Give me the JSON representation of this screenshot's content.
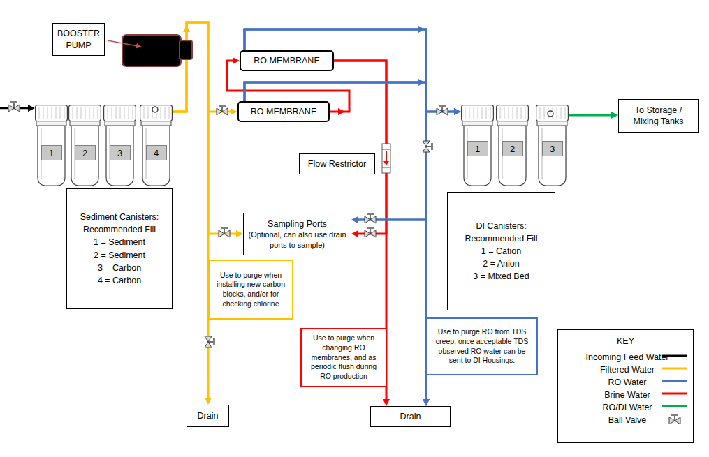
{
  "diagram": {
    "nodes": [
      {
        "text": [
          "BOOSTER PUMP"
        ]
      },
      {
        "text": [
          "RO MEMBRANE"
        ]
      },
      {
        "text": [
          "RO MEMBRANE"
        ]
      },
      {
        "text": [
          "To Storage / Mixing Tanks"
        ]
      },
      {
        "text": [
          "1"
        ]
      },
      {
        "text": [
          "2"
        ]
      },
      {
        "text": [
          "3"
        ]
      },
      {
        "text": [
          "4"
        ]
      },
      {
        "text": [
          "1"
        ]
      },
      {
        "text": [
          "2"
        ]
      },
      {
        "text": [
          "3"
        ]
      },
      {
        "text": [
          "Flow Restrictor"
        ]
      },
      {
        "text": [
          "Sediment Canisters: Recommended Fill",
          "1 = Sediment",
          "2 = Sediment",
          "3 = Carbon",
          "4 = Carbon"
        ]
      },
      {
        "text": [
          "Sampling Ports",
          "(Optional, can also use drain ports to sample)"
        ]
      },
      {
        "text": [
          "DI Canisters: Recommended Fill",
          "1 = Cation",
          "2 = Anion",
          "3 = Mixed Bed"
        ]
      },
      {
        "text": [
          "Use to purge when installing new carbon blocks, and/or for checking chlorine"
        ]
      },
      {
        "text": [
          "Use to purge when changing RO membranes, and as periodic flush during RO production"
        ]
      },
      {
        "text": [
          "Use to purge RO from TDS creep, once acceptable TDS observed RO water can be sent to DI Housings."
        ]
      },
      {
        "text": [
          "KEY"
        ]
      },
      {
        "text": [
          "Drain"
        ]
      },
      {
        "text": [
          "Drain"
        ]
      }
    ],
    "edges": [
      {
        "from": 7,
        "to": 2,
        "arrow": "to"
      },
      {
        "from": 7,
        "to": 13,
        "arrow": "to"
      },
      {
        "from": 7,
        "to": 19,
        "arrow": "to"
      },
      {
        "from": 2,
        "to": 1,
        "arrow": "to"
      },
      {
        "from": 1,
        "to": 20,
        "arrow": "to"
      },
      {
        "from": 1,
        "to": 13,
        "arrow": "to"
      },
      {
        "from": 1,
        "to": 8,
        "arrow": "to"
      },
      {
        "from": 2,
        "to": 8,
        "arrow": "to"
      },
      {
        "from": 1,
        "to": 13,
        "arrow": "to"
      },
      {
        "from": 2,
        "to": 13,
        "arrow": "to"
      },
      {
        "from": 1,
        "to": 20,
        "arrow": "to"
      },
      {
        "from": 2,
        "to": 20,
        "arrow": "to"
      },
      {
        "from": 10,
        "to": 3,
        "arrow": "to"
      }
    ],
    "legend": [
      {
        "text": "Incoming Feed Water"
      },
      {
        "text": "Filtered Water"
      },
      {
        "text": "RO Water"
      },
      {
        "text": "Brine Water"
      },
      {
        "text": "RO/DI Water"
      },
      {
        "text": "Ball Valve"
      }
    ]
  }
}
